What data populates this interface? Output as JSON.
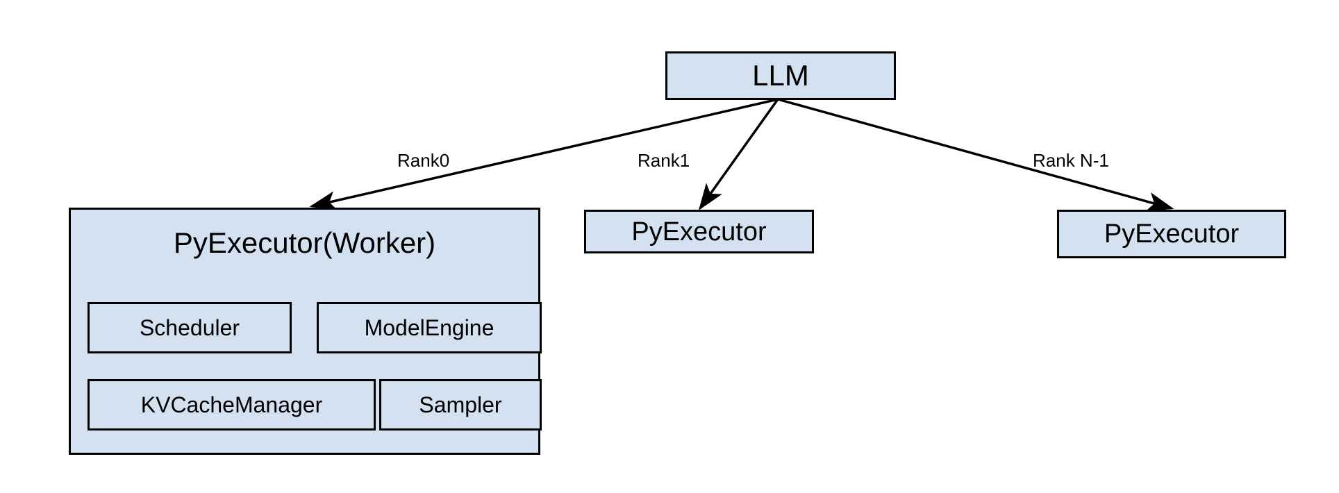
{
  "diagram": {
    "title": "LLM multi-rank PyExecutor architecture",
    "background_color": "#ffffff",
    "node_fill_color": "#d4e1f0",
    "node_border_color": "#000000",
    "text_color": "#000000"
  },
  "nodes": {
    "llm": {
      "label": "LLM"
    },
    "worker": {
      "label": "PyExecutor(Worker)"
    },
    "executor_mid": {
      "label": "PyExecutor"
    },
    "executor_right": {
      "label": "PyExecutor"
    }
  },
  "worker_components": [
    {
      "label": "Scheduler"
    },
    {
      "label": "ModelEngine"
    },
    {
      "label": "KVCacheManager"
    },
    {
      "label": "Sampler"
    }
  ],
  "edges": [
    {
      "from": "llm",
      "to": "worker",
      "label": "Rank0"
    },
    {
      "from": "llm",
      "to": "executor_mid",
      "label": "Rank1"
    },
    {
      "from": "llm",
      "to": "executor_right",
      "label": "Rank N-1"
    }
  ]
}
